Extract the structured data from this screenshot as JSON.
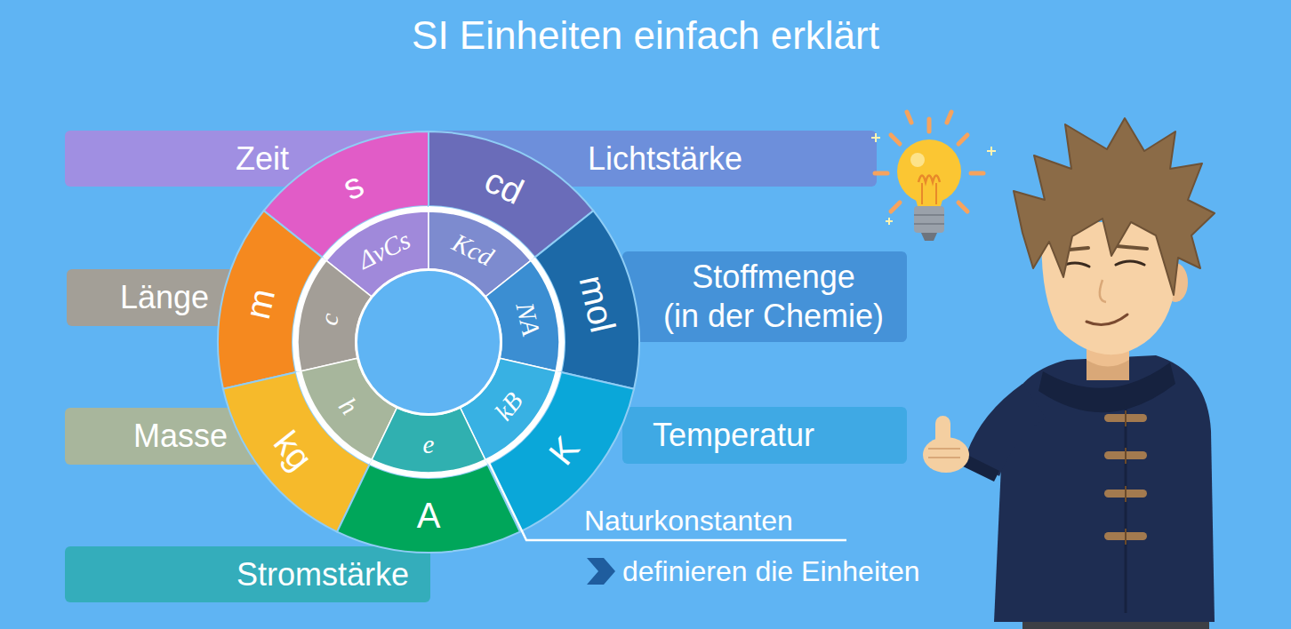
{
  "diagram": {
    "title": "SI Einheiten einfach erklärt",
    "nodes": [
      {
        "text": [
          "Zeit"
        ]
      },
      {
        "text": [
          "s"
        ]
      },
      {
        "text": [
          "ΔνCs"
        ]
      },
      {
        "text": [
          "Lichtstärke"
        ]
      },
      {
        "text": [
          "cd"
        ]
      },
      {
        "text": [
          "Kcd"
        ]
      },
      {
        "text": [
          "Länge"
        ]
      },
      {
        "text": [
          "m"
        ]
      },
      {
        "text": [
          "c"
        ]
      },
      {
        "text": [
          "Stoffmenge",
          "(in der Chemie)"
        ]
      },
      {
        "text": [
          "mol"
        ]
      },
      {
        "text": [
          "NA"
        ]
      },
      {
        "text": [
          "Masse"
        ]
      },
      {
        "text": [
          "kg"
        ]
      },
      {
        "text": [
          "h"
        ]
      },
      {
        "text": [
          "Temperatur"
        ]
      },
      {
        "text": [
          "K"
        ]
      },
      {
        "text": [
          "kB"
        ]
      },
      {
        "text": [
          "Stromstärke"
        ]
      },
      {
        "text": [
          "A"
        ]
      },
      {
        "text": [
          "e"
        ]
      }
    ],
    "labels": [
      "Naturkonstanten",
      "definieren die Einheiten"
    ]
  }
}
